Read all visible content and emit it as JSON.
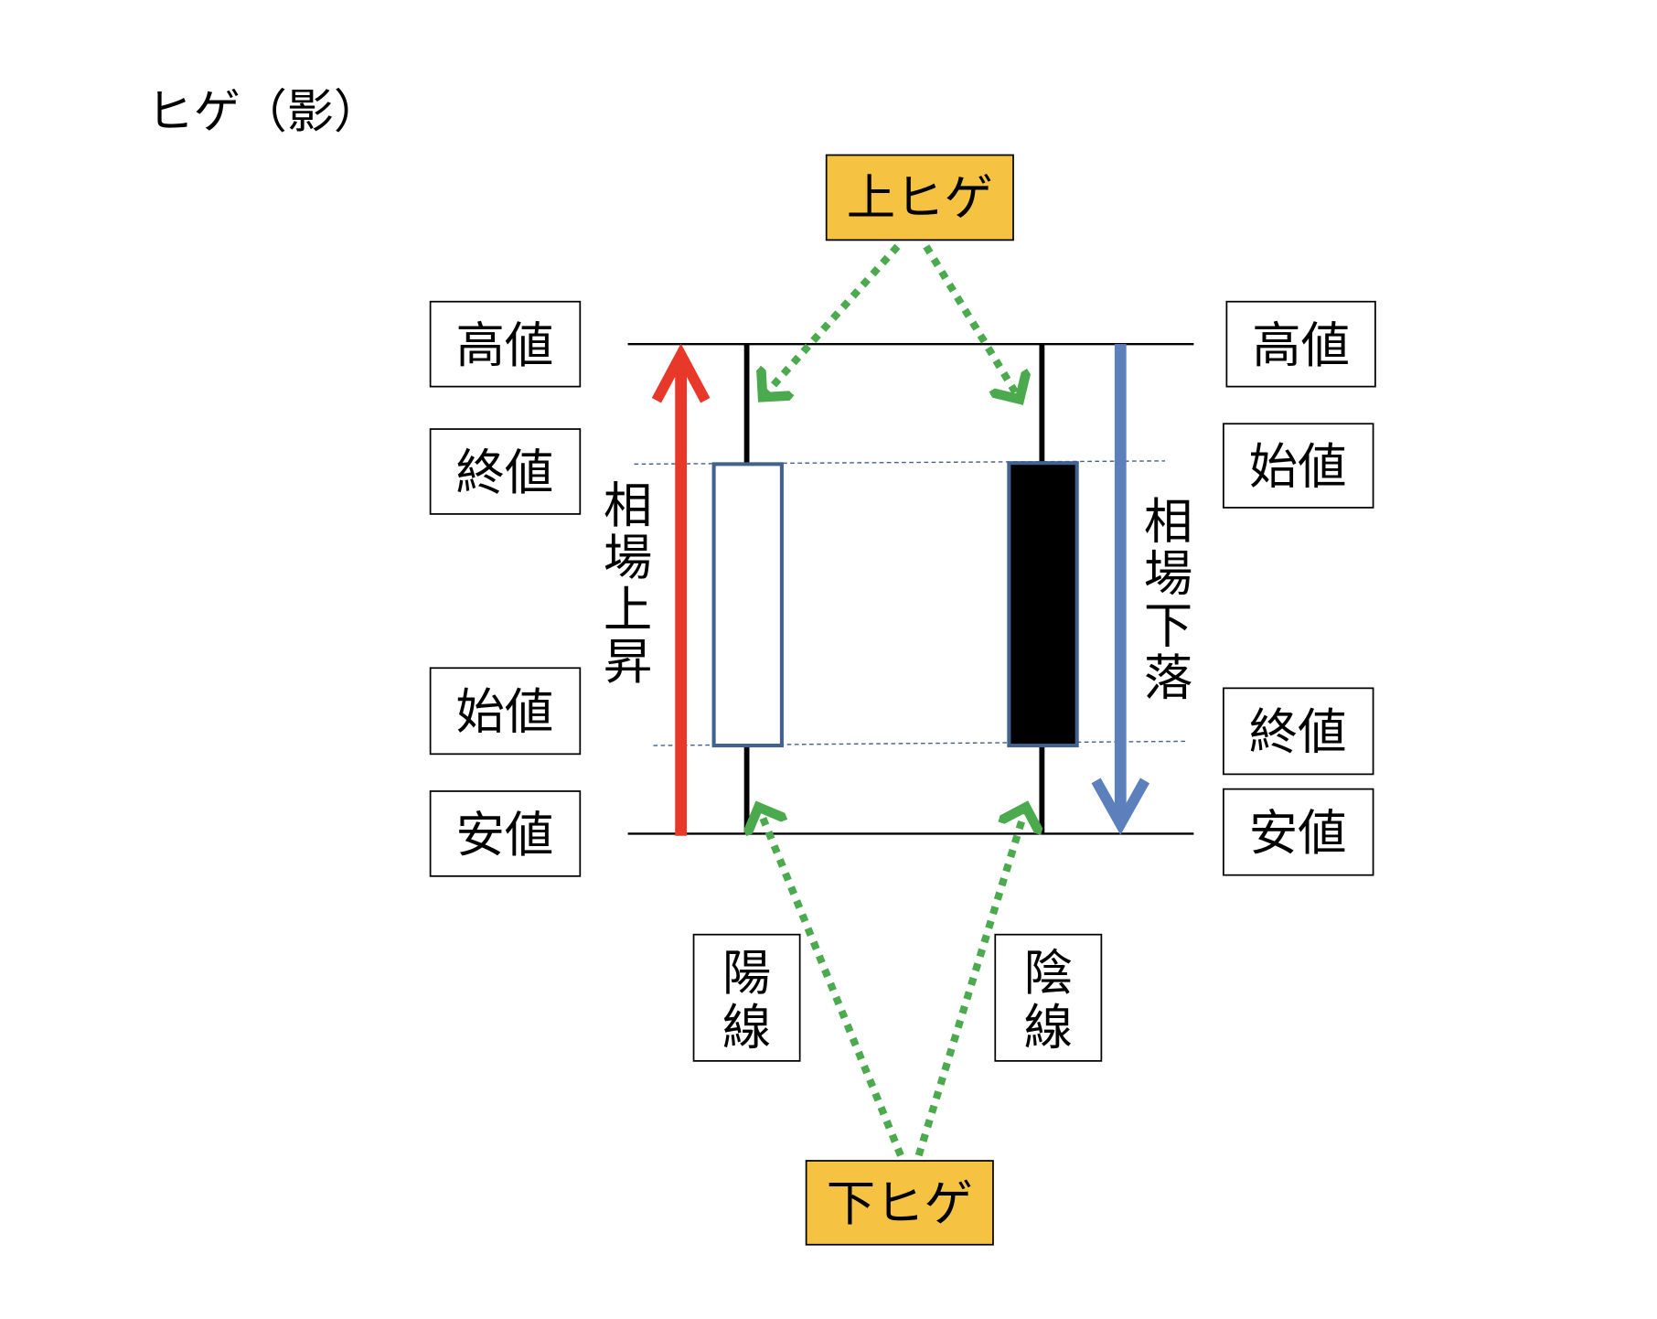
{
  "title": "ヒゲ（影）",
  "upper_shadow_label": "上ヒゲ",
  "lower_shadow_label": "下ヒゲ",
  "left_labels": {
    "high": "高値",
    "close": "終値",
    "open": "始値",
    "low": "安値"
  },
  "right_labels": {
    "high": "高値",
    "open": "始値",
    "close": "終値",
    "low": "安値"
  },
  "rise_label": [
    "相",
    "場",
    "上",
    "昇"
  ],
  "fall_label": [
    "相",
    "場",
    "下",
    "落"
  ],
  "bullish_label": [
    "陽",
    "線"
  ],
  "bearish_label": [
    "陰",
    "線"
  ],
  "colors": {
    "highlight": "#F5C242",
    "up_arrow": "#E8382A",
    "down_arrow": "#5B80BC",
    "pointer": "#4BAA4D",
    "candle_border": "#41618F"
  }
}
